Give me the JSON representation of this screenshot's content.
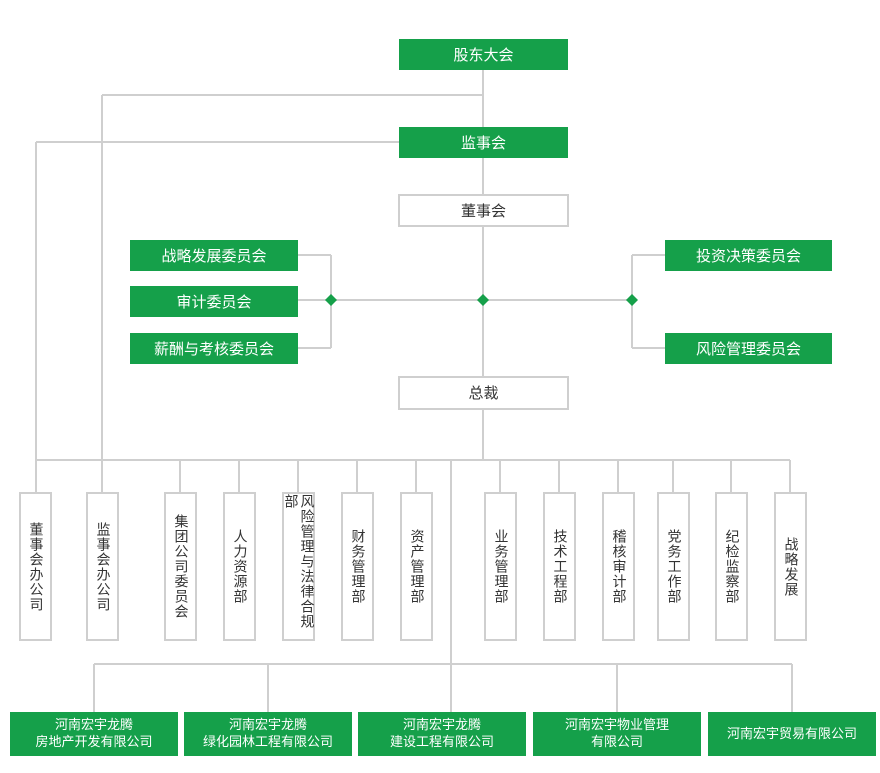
{
  "top": {
    "shareholders": "股东大会",
    "supervisory": "监事会",
    "board": "董事会",
    "ceo": "总裁"
  },
  "committees_left": [
    "战略发展委员会",
    "审计委员会",
    "薪酬与考核委员会"
  ],
  "committees_right": [
    "投资决策委员会",
    "风险管理委员会"
  ],
  "departments": [
    "董事会办公司",
    "监事会办公司",
    "集团公司委员会",
    "人力资源部",
    "风险管理与法律合规部",
    "财务管理部",
    "资产管理部",
    "业务管理部",
    "技术工程部",
    "稽核审计部",
    "党务工作部",
    "纪检监察部",
    "战略发展"
  ],
  "subsidiaries": [
    {
      "line1": "河南宏宇龙腾",
      "line2": "房地产开发有限公司"
    },
    {
      "line1": "河南宏宇龙腾",
      "line2": "绿化园林工程有限公司"
    },
    {
      "line1": "河南宏宇龙腾",
      "line2": "建设工程有限公司"
    },
    {
      "line1": "河南宏宇物业管理",
      "line2": "有限公司"
    },
    {
      "line1": "河南宏宇贸易有限公司",
      "line2": ""
    }
  ],
  "colors": {
    "green": "#15a04a",
    "line": "#cfcfcf",
    "text": "#333333"
  }
}
